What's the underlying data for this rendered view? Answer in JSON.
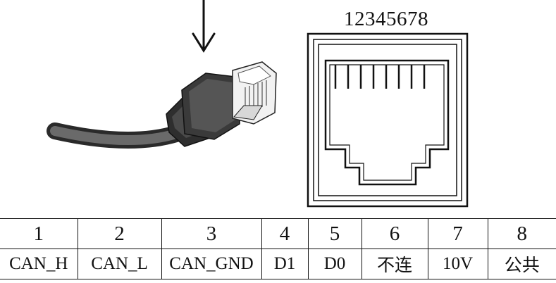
{
  "jack": {
    "pin_numbers_label": "12345678"
  },
  "pin_table": {
    "pins": [
      {
        "number": "1",
        "signal": "CAN_H"
      },
      {
        "number": "2",
        "signal": "CAN_L"
      },
      {
        "number": "3",
        "signal": "CAN_GND"
      },
      {
        "number": "4",
        "signal": "D1"
      },
      {
        "number": "5",
        "signal": "D0"
      },
      {
        "number": "6",
        "signal": "不连"
      },
      {
        "number": "7",
        "signal": "10V"
      },
      {
        "number": "8",
        "signal": "公共"
      }
    ]
  },
  "colors": {
    "line": "#111111",
    "plug_body": "#3a3a3a",
    "cable": "#4a4a4a",
    "background": "#ffffff"
  },
  "icons": [
    "down-arrow-icon",
    "rj45-plug-icon",
    "rj45-jack-icon"
  ]
}
